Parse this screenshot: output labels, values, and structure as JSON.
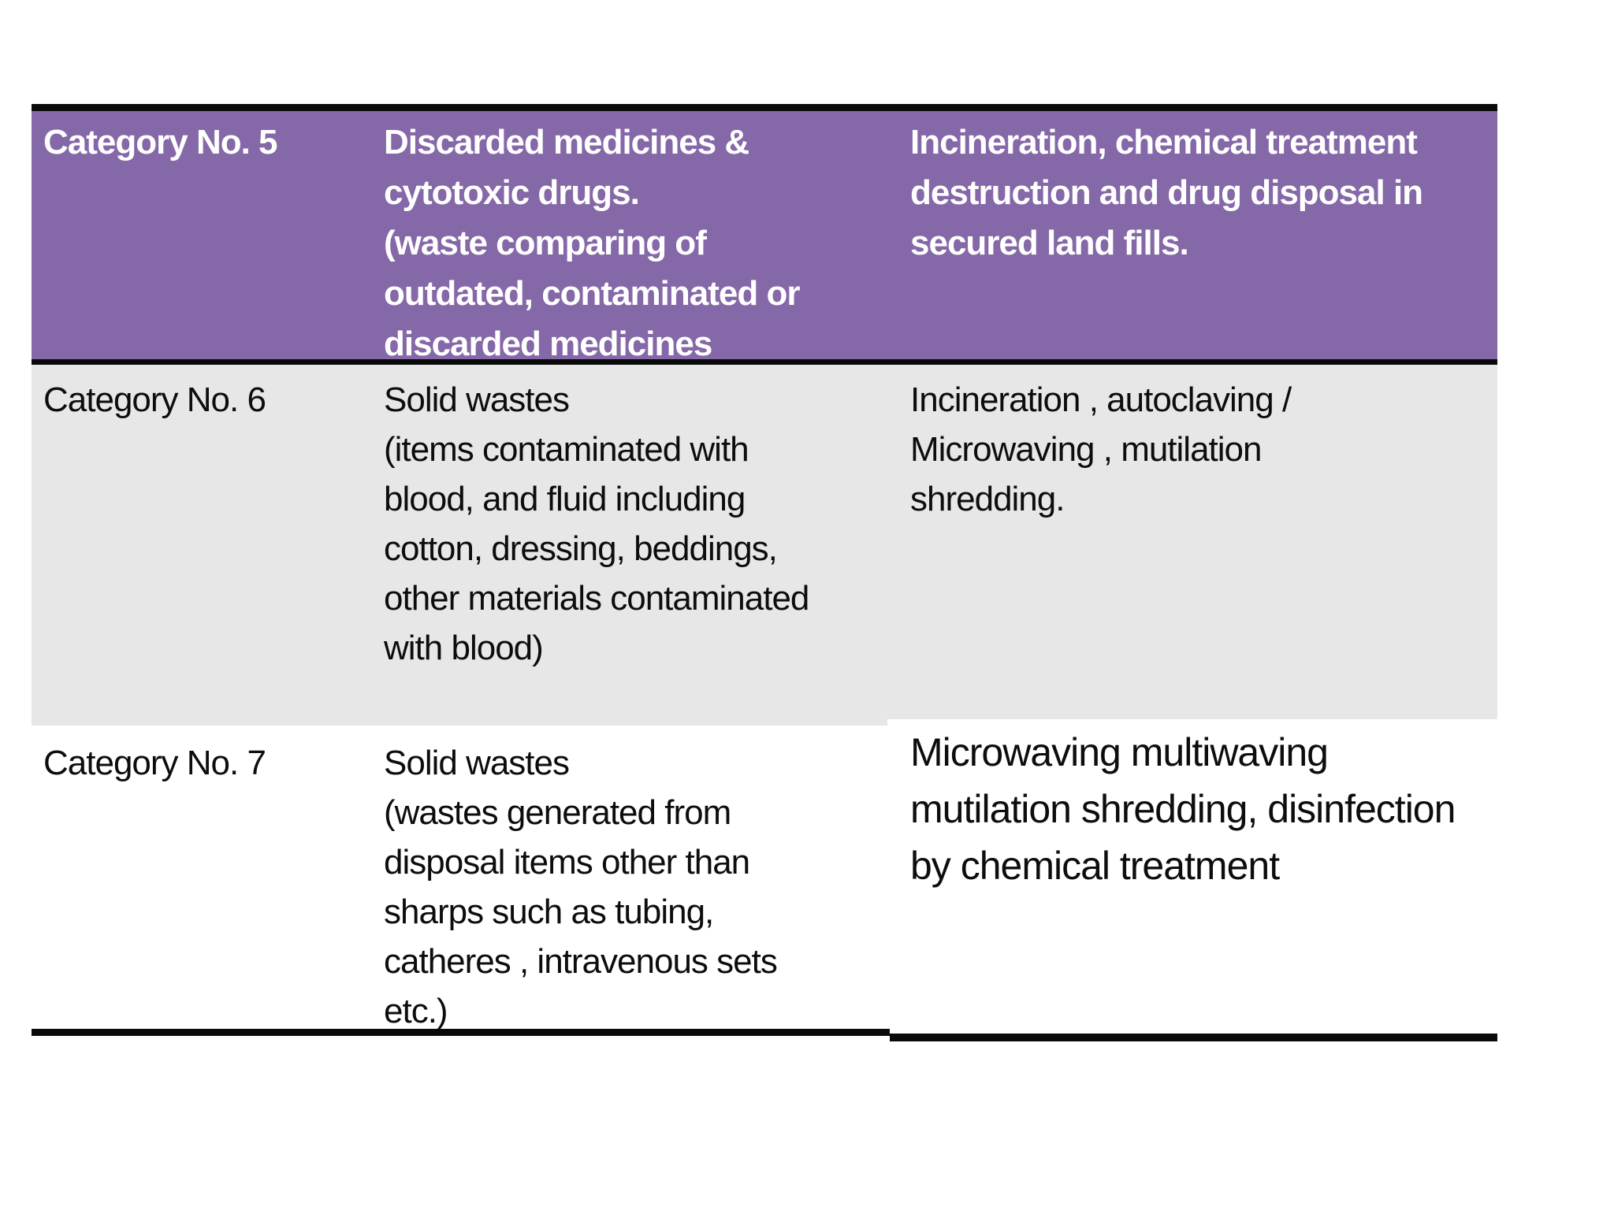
{
  "colors": {
    "header_bg": "#8568A8",
    "header_text": "#ffffff",
    "alt_row_bg": "#E8E7E7",
    "body_text": "#0d0d0d",
    "border": "#0a0a0a",
    "page_bg": "#ffffff"
  },
  "table": {
    "header": {
      "category": "Category No. 5",
      "description": "Discarded medicines &\ncytotoxic drugs.\n(waste comparing of\noutdated, contaminated or\ndiscarded medicines",
      "treatment": "Incineration, chemical treatment\ndestruction and drug disposal in\nsecured land fills."
    },
    "rows": [
      {
        "category": "Category No. 6",
        "description": "Solid wastes\n(items contaminated with\nblood, and fluid including\ncotton, dressing, beddings,\nother materials contaminated\nwith blood)",
        "treatment": "Incineration , autoclaving /\nMicrowaving , mutilation\nshredding."
      },
      {
        "category": "Category No. 7",
        "description": "Solid wastes\n(wastes generated from\ndisposal items other than\nsharps such as tubing,\ncatheres , intravenous sets\netc.)",
        "treatment": "Microwaving multiwaving\nmutilation shredding, disinfection\nby chemical treatment"
      }
    ]
  }
}
